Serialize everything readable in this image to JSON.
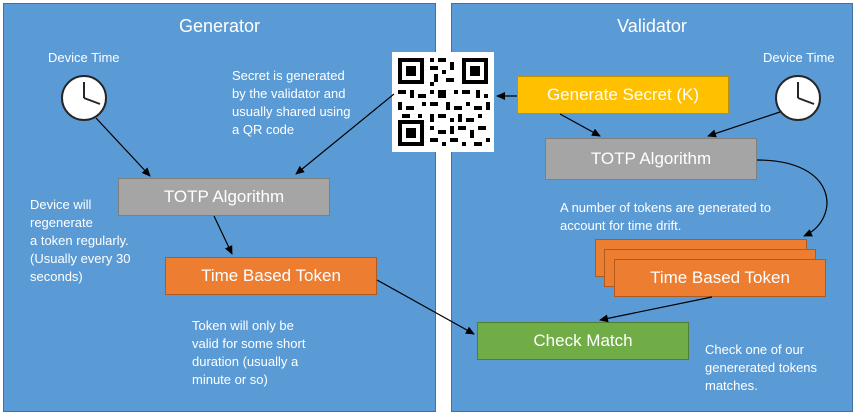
{
  "generator": {
    "title": "Generator",
    "clock_label": "Device Time",
    "secret_note": "Secret is generated\nby the validator and\nusually shared using\na QR code",
    "totp_label": "TOTP Algorithm",
    "regen_note": "Device will\nregenerate\na token regularly.\n(Usually every 30\nseconds)",
    "token_label": "Time Based Token",
    "token_note": "Token will only be\nvalid for some short\nduration (usually a\nminute or so)"
  },
  "validator": {
    "title": "Validator",
    "clock_label": "Device Time",
    "secret_label": "Generate Secret (K)",
    "totp_label": "TOTP Algorithm",
    "drift_note": "A number of tokens are generated to\naccount for time drift.",
    "token_label": "Time Based Token",
    "match_label": "Check Match",
    "match_note": "Check one of our\ngenererated tokens\nmatches."
  },
  "colors": {
    "panel": "#5b9bd5",
    "gray": "#a5a5a5",
    "orange": "#ed7d31",
    "yellow": "#ffc000",
    "green": "#70ad47"
  }
}
